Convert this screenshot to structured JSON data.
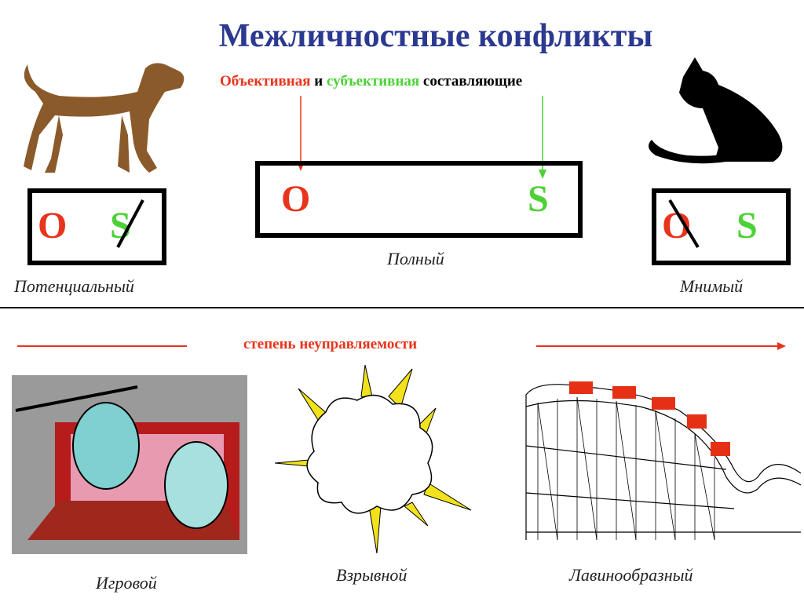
{
  "title": "Межличностные конфликты",
  "subtitle": {
    "objective": "Объективная",
    "and": "и",
    "subjective": "субъективная",
    "rest": "составляющие"
  },
  "types": {
    "potential": {
      "o": "O",
      "s": "S",
      "label": "Потенциальный"
    },
    "full": {
      "o": "O",
      "s": "S",
      "label": "Полный"
    },
    "imaginary": {
      "o": "O",
      "s": "S",
      "label": "Мнимый"
    }
  },
  "degree_label": "степень неуправляемости",
  "bottom": {
    "game": "Игровой",
    "explosive": "Взрывной",
    "avalanche": "Лавинообразный"
  },
  "colors": {
    "title": "#2b3990",
    "objective": "#e8341c",
    "subjective": "#4cd137"
  }
}
